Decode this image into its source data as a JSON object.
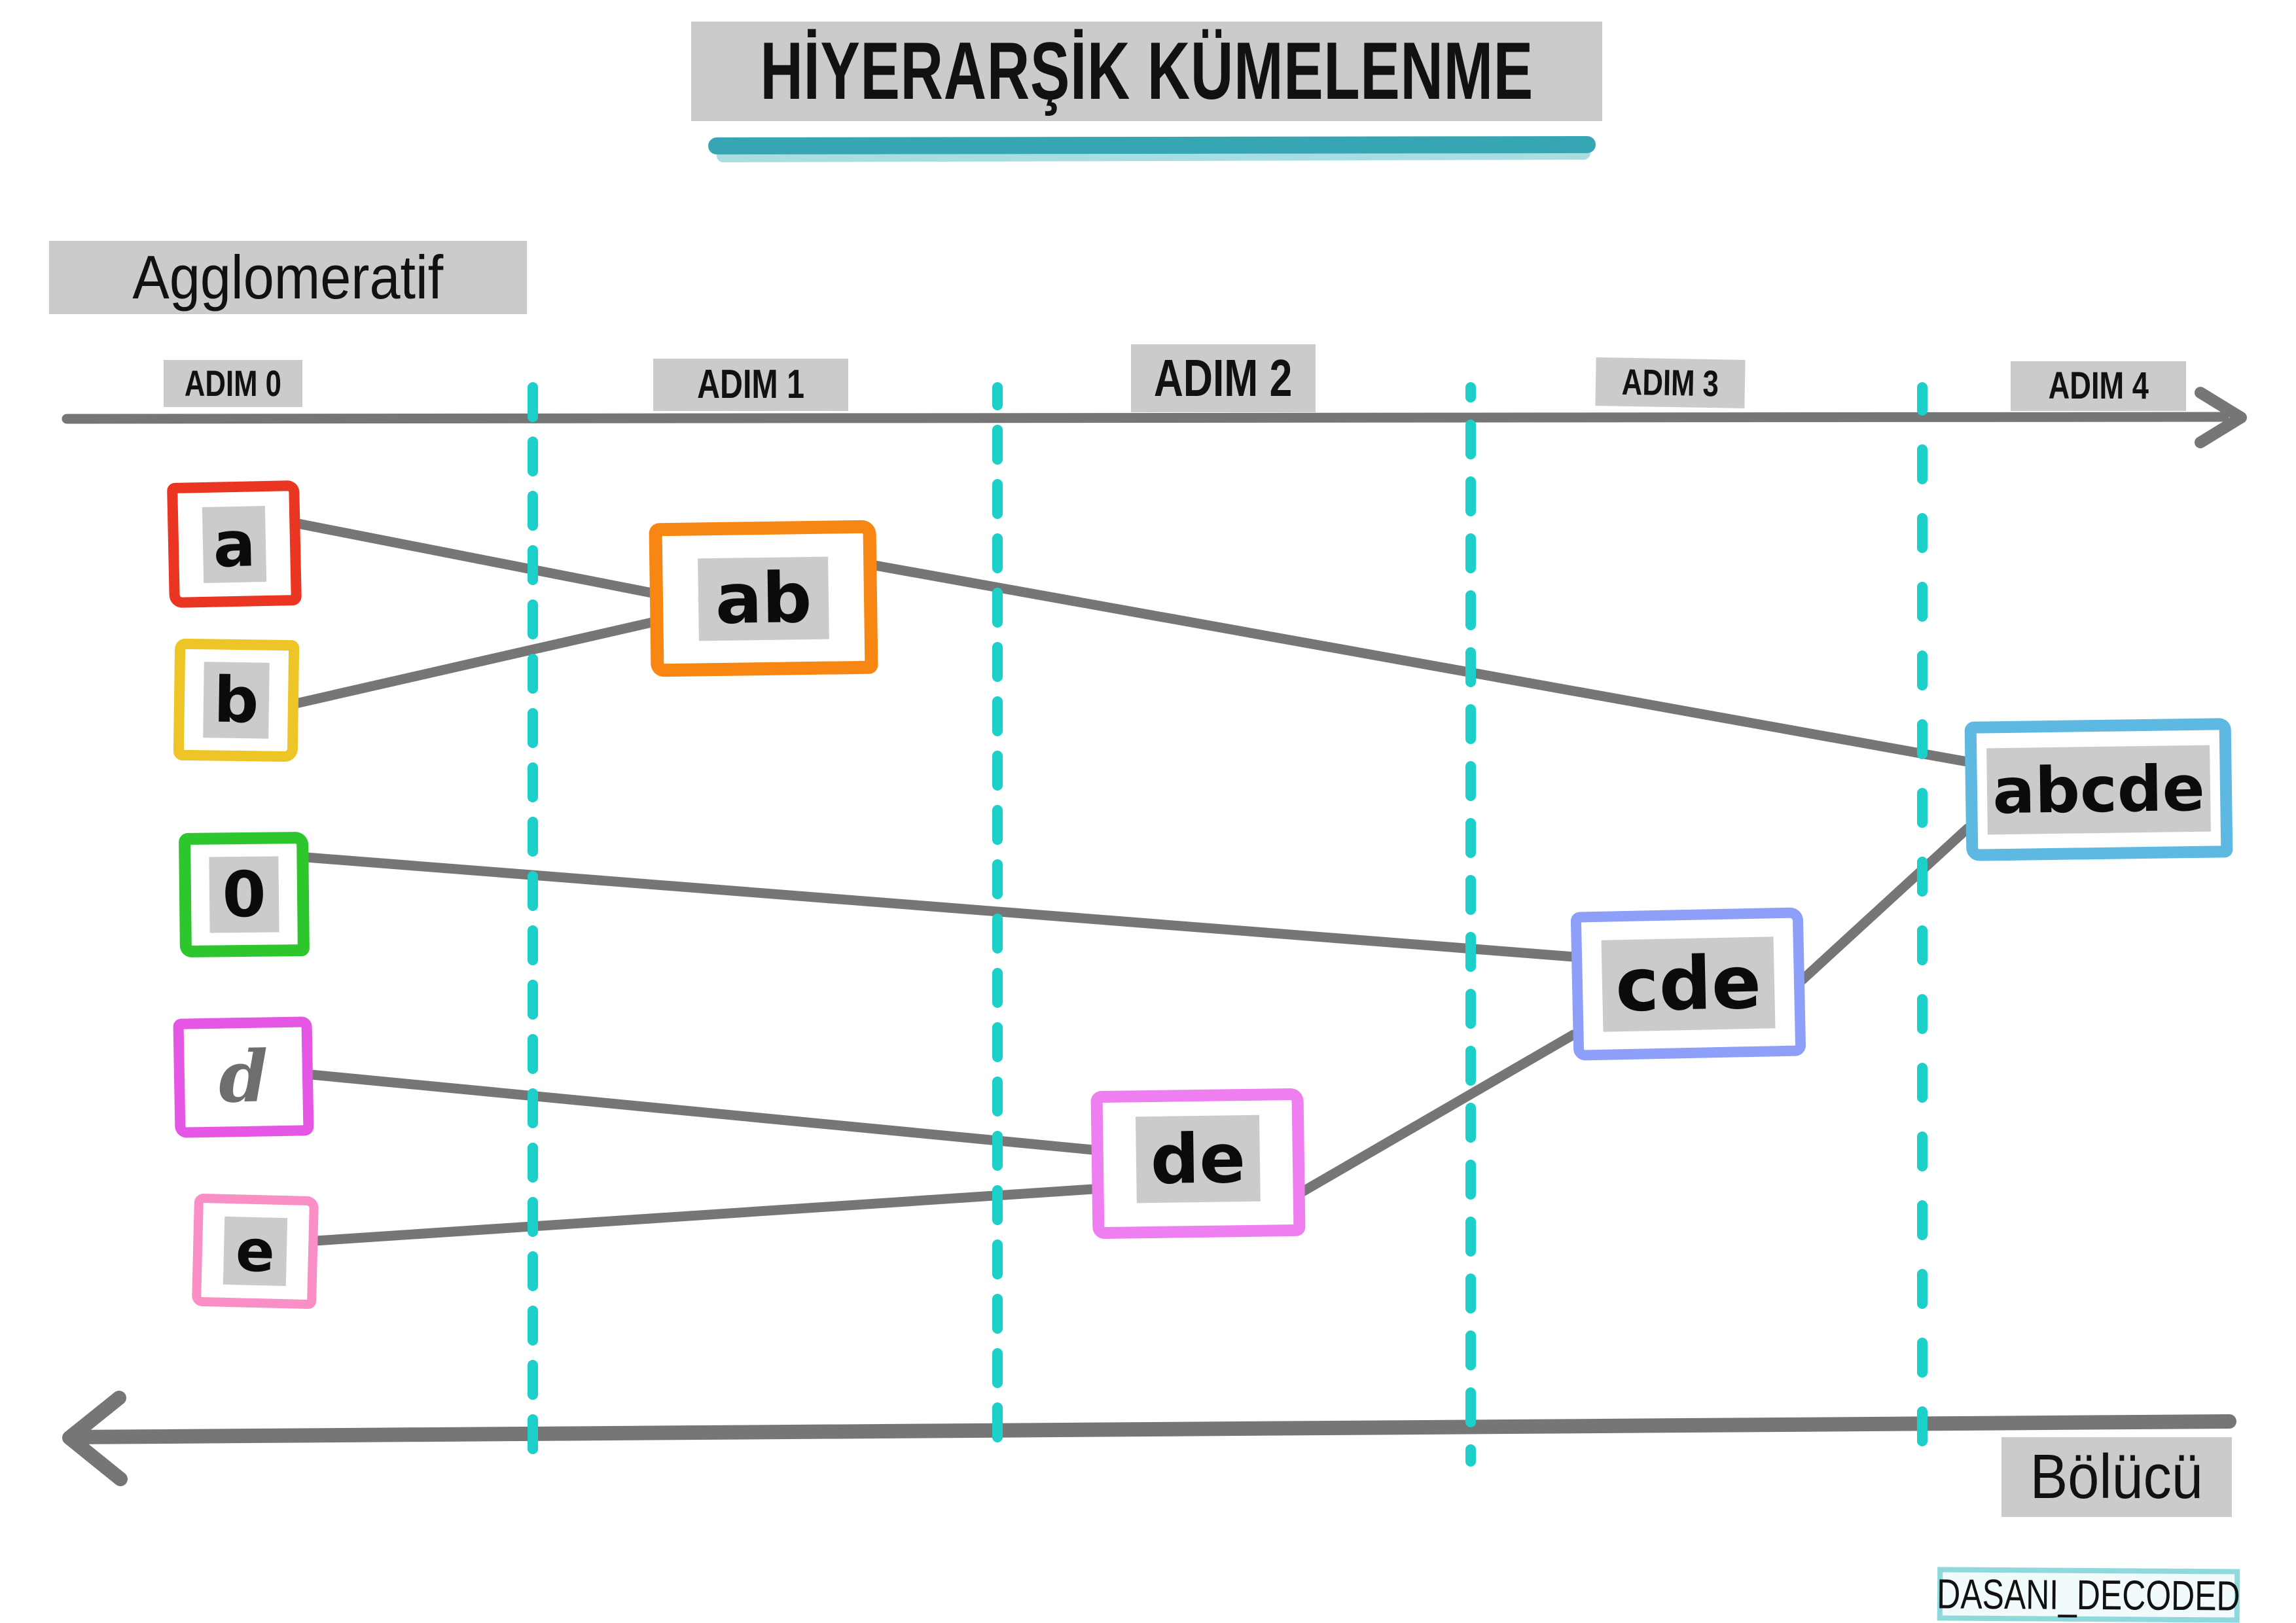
{
  "title": "HİYERARŞİK KÜMELENME",
  "method_top": "Agglomeratif",
  "method_bottom": "Bölücü",
  "watermark": "DASANI_DECODED",
  "timeline": {
    "direction_top": "left-to-right",
    "direction_bottom": "right-to-left",
    "steps": [
      "ADIM 0",
      "ADIM 1",
      "ADIM 2",
      "ADIM 3",
      "ADIM 4"
    ]
  },
  "nodes": [
    {
      "id": "a",
      "label": "a",
      "step": 0,
      "border": "red"
    },
    {
      "id": "b",
      "label": "b",
      "step": 0,
      "border": "yellow"
    },
    {
      "id": "c0",
      "label": "0",
      "step": 0,
      "border": "green"
    },
    {
      "id": "d",
      "label": "d",
      "step": 0,
      "border": "magenta"
    },
    {
      "id": "e",
      "label": "e",
      "step": 0,
      "border": "pink"
    },
    {
      "id": "ab",
      "label": "ab",
      "step": 1,
      "border": "orange"
    },
    {
      "id": "de",
      "label": "de",
      "step": 2,
      "border": "violet"
    },
    {
      "id": "cde",
      "label": "cde",
      "step": 3,
      "border": "periwinkle"
    },
    {
      "id": "abcde",
      "label": "abcde",
      "step": 4,
      "border": "skyblue"
    }
  ],
  "edges": [
    {
      "from": "a",
      "to": "ab"
    },
    {
      "from": "b",
      "to": "ab"
    },
    {
      "from": "0",
      "to": "cde"
    },
    {
      "from": "d",
      "to": "de"
    },
    {
      "from": "e",
      "to": "de"
    },
    {
      "from": "ab",
      "to": "abcde"
    },
    {
      "from": "de",
      "to": "cde"
    },
    {
      "from": "cde",
      "to": "abcde"
    }
  ],
  "colors": {
    "ink": "#111111",
    "chip_bg": "#cbcbcb",
    "line_gray": "#767676",
    "teal_dash": "#1ccfc9",
    "underline_teal": "#37a6b4",
    "underline_teal_light": "#a8dde2",
    "c_a": "#ea3522",
    "c_b": "#eec527",
    "c_0": "#2dc62d",
    "c_d": "#e556e5",
    "c_e": "#f98fc4",
    "c_ab": "#f78613",
    "c_de": "#ef7ff0",
    "c_cde": "#8d9ff8",
    "c_abcde": "#5db8e2",
    "wm_border": "#8fd8dc",
    "wm_bg": "#f2fbfc",
    "script_gray": "#6e6e6e"
  }
}
